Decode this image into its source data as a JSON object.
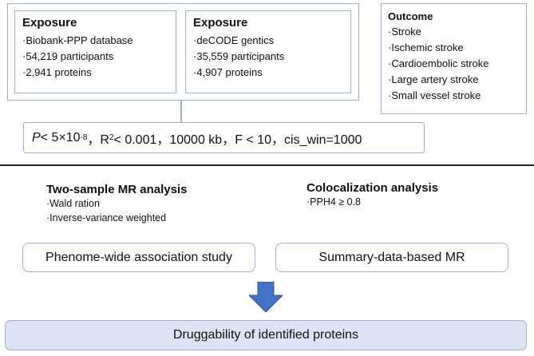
{
  "exposure_left": {
    "title": "Exposure",
    "items": [
      "Biobank-PPP database",
      "54,219 participants",
      "2,941 proteins"
    ]
  },
  "exposure_right": {
    "title": "Exposure",
    "items": [
      "deCODE gentics",
      "35,559 participants",
      "4,907 proteins"
    ]
  },
  "outcome": {
    "title": "Outcome",
    "items": [
      "Stroke",
      "Ischemic stroke",
      "Cardioembolic stroke",
      "Large artery stroke",
      "Small vessel stroke"
    ]
  },
  "criteria": {
    "p_symbol": "P",
    "p_text": " < 5×10",
    "p_exp": "-8",
    "r_symbol": "，R",
    "r_exp": "2",
    "rest": " < 0.001，10000 kb，F < 10，cis_win=1000"
  },
  "mr_analysis": {
    "title": "Two-sample MR analysis",
    "items": [
      "Wald ration",
      "Inverse-variance weighted"
    ]
  },
  "coloc_analysis": {
    "title": "Colocalization analysis",
    "items": [
      "PPH4 ≥ 0.8"
    ]
  },
  "phewas_label": "Phenome-wide association study",
  "smr_label": "Summary-data-based MR",
  "final_label": "Druggability of identified proteins",
  "colors": {
    "border": "#9fb2d6",
    "final_fill": "#dce3f4",
    "arrow": "#4472c4"
  }
}
